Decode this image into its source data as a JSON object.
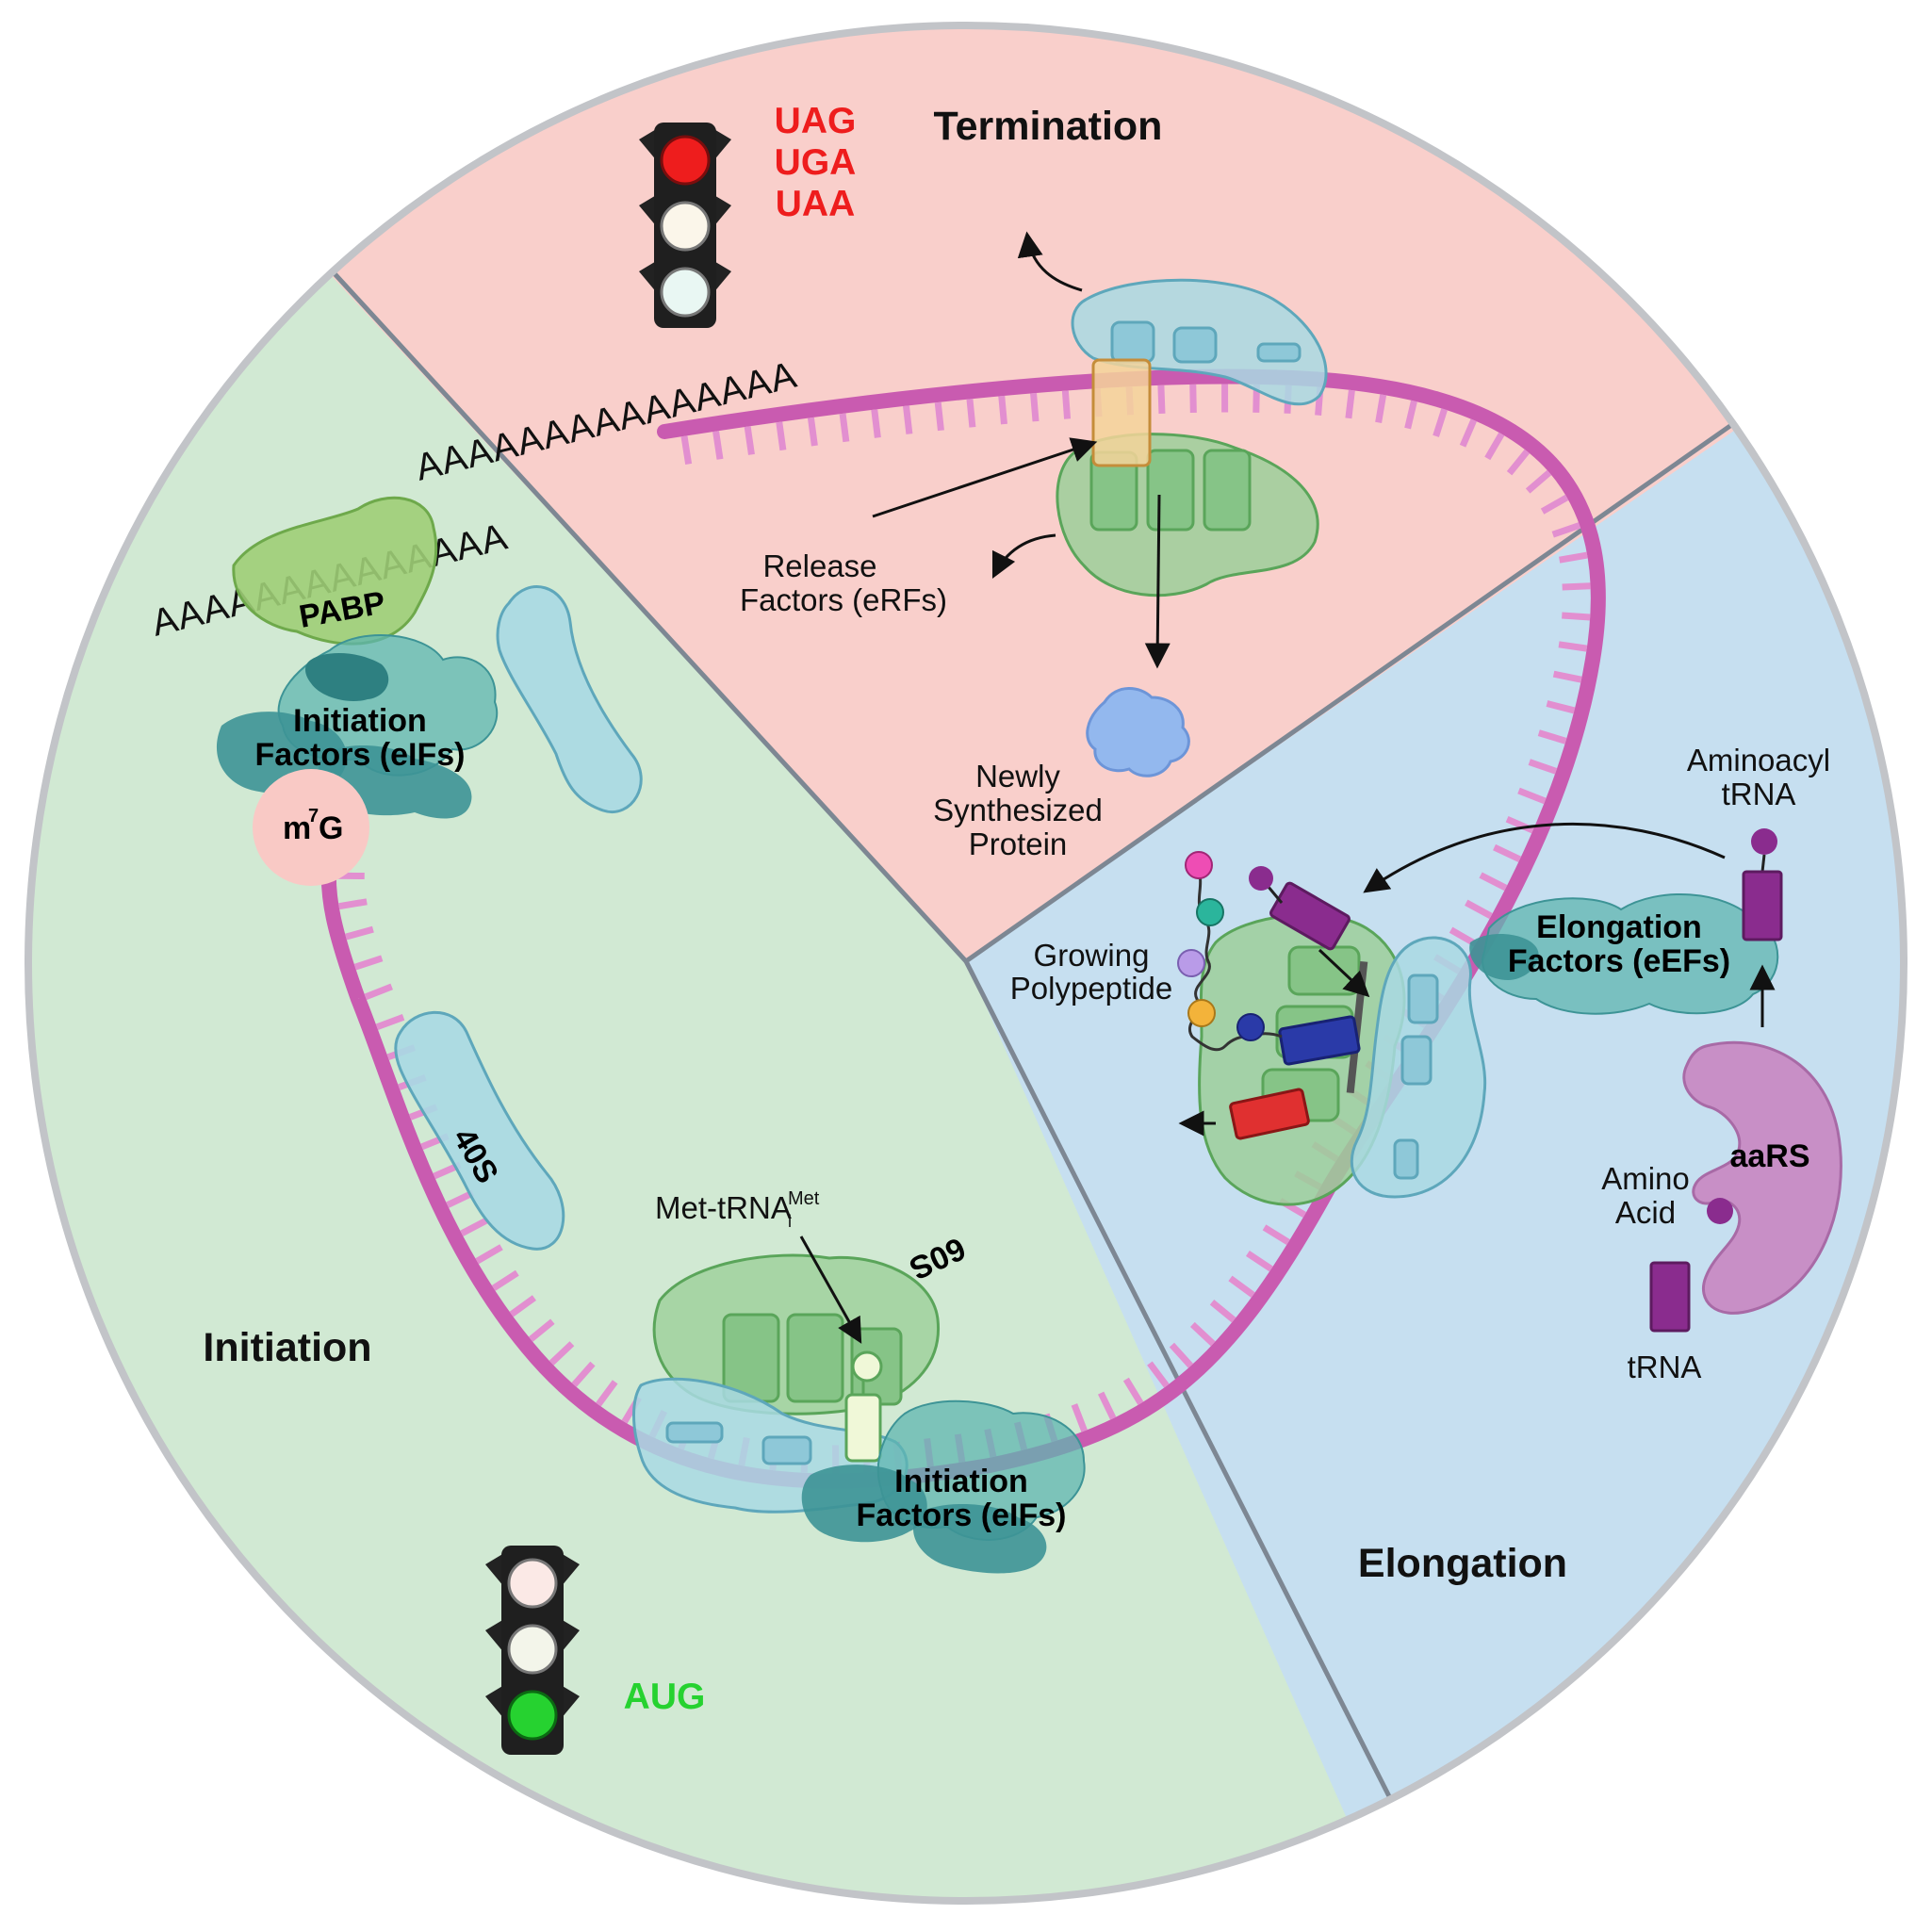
{
  "stages": {
    "termination": "Termination",
    "elongation": "Elongation",
    "initiation": "Initiation"
  },
  "stop_codons": [
    "UAG",
    "UGA",
    "UAA"
  ],
  "start_codon": "AUG",
  "labels": {
    "release_factors_1": "Release",
    "release_factors_2": "Factors (eRFs)",
    "new_protein_1": "Newly",
    "new_protein_2": "Synthesized",
    "new_protein_3": "Protein",
    "pabp": "PABP",
    "init_factors_1": "Initiation",
    "init_factors_2": "Factors (eIFs)",
    "cap_m": "m",
    "cap_sup": "7",
    "cap_g": "G",
    "small_subunit": "40S",
    "large_subunit": "60S",
    "met_trna_main": "Met-tRNA",
    "met_trna_sub": "i",
    "met_trna_sup": "Met",
    "aminoacyl_1": "Aminoacyl",
    "aminoacyl_2": "tRNA",
    "elong_factors_1": "Elongation",
    "elong_factors_2": "Factors (eEFs)",
    "growing_1": "Growing",
    "growing_2": "Polypeptide",
    "aars": "aaRS",
    "amino_1": "Amino",
    "amino_2": "Acid",
    "trna": "tRNA"
  },
  "poly_a": {
    "upper": "AAAAAAAAAAAAAAA",
    "lower": "AAAAAAAAAAAAAA"
  },
  "colors": {
    "termination_bg": "#f9cfcb",
    "elongation_bg": "#c6dff0",
    "initiation_bg": "#d1e9d3",
    "mrna": "#c95bb0",
    "small_subunit": "#a9d9e3",
    "large_subunit": "#9ccf9a",
    "factors": "#3d9496",
    "stop_red": "#ee1d1d",
    "start_green": "#26d230",
    "trna_purple": "#8a2c8e",
    "aars": "#c88fc6"
  }
}
